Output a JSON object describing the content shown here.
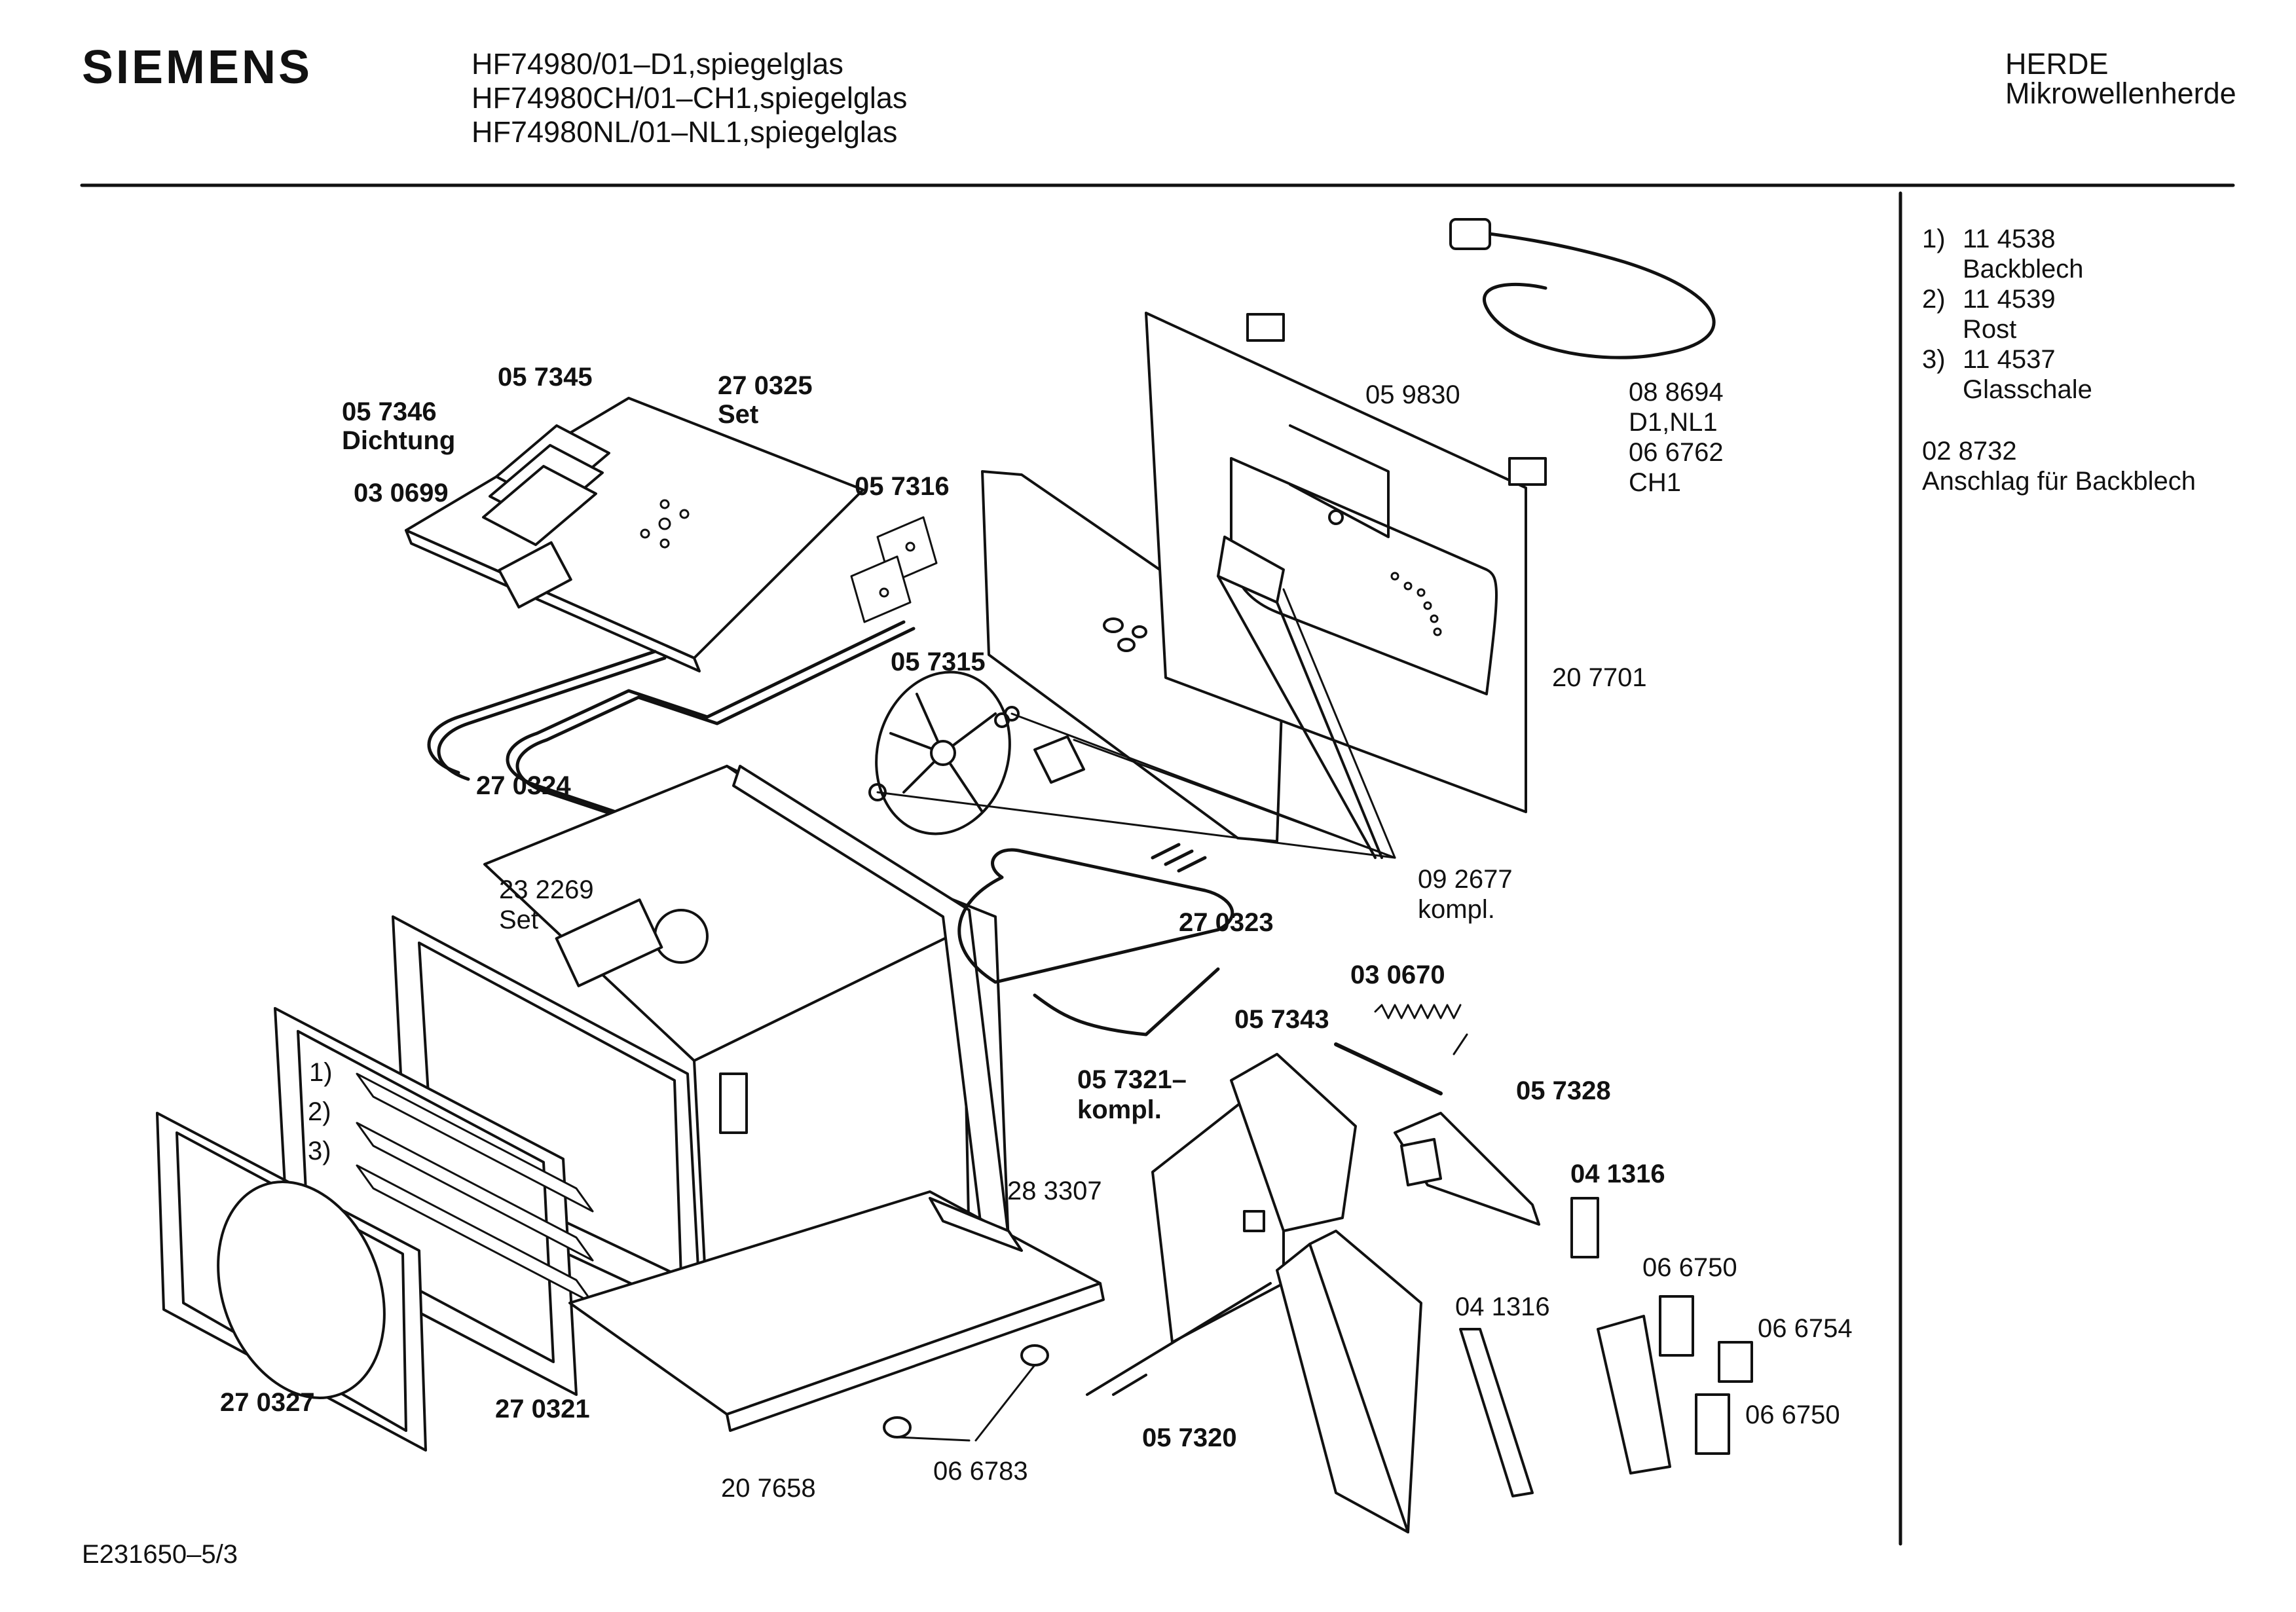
{
  "header": {
    "brand": "SIEMENS",
    "models": [
      "HF74980/01–D1,spiegelglas",
      "HF74980CH/01–CH1,spiegelglas",
      "HF74980NL/01–NL1,spiegelglas"
    ],
    "category": "HERDE",
    "subcategory": "Mikrowellenherde"
  },
  "legend": {
    "items": [
      {
        "num": "1)",
        "code": "11 4538",
        "name": "Backblech"
      },
      {
        "num": "2)",
        "code": "11 4539",
        "name": "Rost"
      },
      {
        "num": "3)",
        "code": "11 4537",
        "name": "Glasschale"
      }
    ],
    "extra_code": "02 8732",
    "extra_name": "Anschlag für Backblech"
  },
  "labels": {
    "p057345": "05 7345",
    "p057346": "05 7346",
    "dichtung": "Dichtung",
    "p030699": "03 0699",
    "p270325": "27 0325",
    "set1": "Set",
    "p057316": "05 7316",
    "p057315": "05 7315",
    "p270324": "27 0324",
    "p059830": "05 9830",
    "p088694": "08 8694",
    "d1nl1": "D1,NL1",
    "p066762": "06 6762",
    "ch1": "CH1",
    "p207701": "20 7701",
    "p092677": "09 2677",
    "kompl1": "kompl.",
    "p232269": "23 2269",
    "set2": "Set",
    "p270323": "27 0323",
    "p030670": "03 0670",
    "p057343": "05 7343",
    "p057321": "05 7321–",
    "kompl2": "kompl.",
    "p057328": "05 7328",
    "p041316a": "04 1316",
    "p283307": "28 3307",
    "p066750a": "06 6750",
    "p041316b": "04 1316",
    "p066754": "06 6754",
    "p066750b": "06 6750",
    "p270327": "27 0327",
    "p270321": "27 0321",
    "p057320": "05 7320",
    "p066783": "06 6783",
    "p207658": "20 7658",
    "tray1": "1)",
    "tray2": "2)",
    "tray3": "3)"
  },
  "footer": {
    "doc_id": "E231650–5/3"
  }
}
